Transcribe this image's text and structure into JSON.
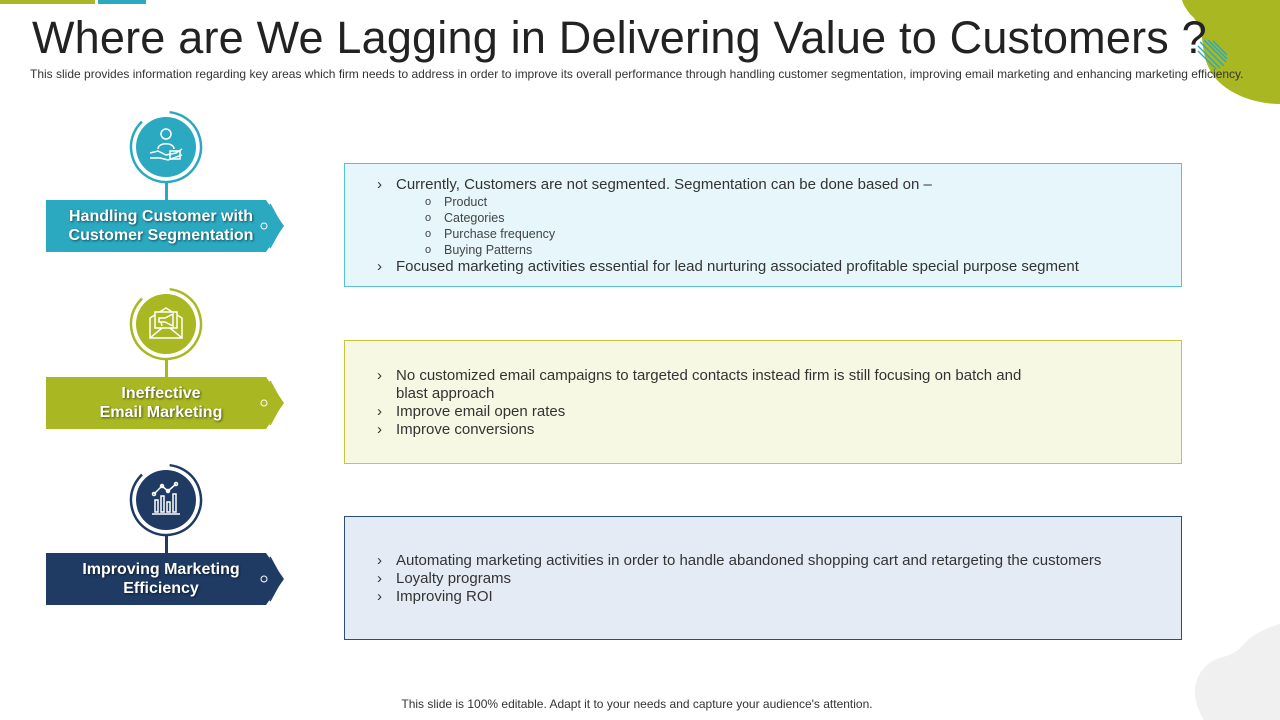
{
  "title": "Where are We Lagging in Delivering Value to Customers ?",
  "subtitle": "This slide provides information regarding key areas which firm needs to address in order to improve its overall performance through handling customer segmentation, improving email marketing and enhancing marketing efficiency.",
  "colors": {
    "teal": "#2aa9c0",
    "olive": "#a9b722",
    "navy": "#1f3b63"
  },
  "sections": [
    {
      "label_lines": [
        "Handling Customer with",
        "Customer Segmentation"
      ],
      "icon": "customer-hand-icon",
      "bullets": [
        "Currently, Customers are not segmented. Segmentation can be done based on –",
        "Focused marketing activities essential for lead nurturing associated profitable special purpose segment"
      ],
      "sub_bullets": [
        "Product",
        "Categories",
        "Purchase frequency",
        "Buying Patterns"
      ]
    },
    {
      "label_lines": [
        "Ineffective",
        "Email Marketing"
      ],
      "icon": "email-megaphone-icon",
      "bullets": [
        "No customized email campaigns to targeted contacts instead firm is still focusing on batch and blast approach",
        "Improve email open rates",
        "Improve conversions"
      ]
    },
    {
      "label_lines": [
        "Improving Marketing",
        "Efficiency"
      ],
      "icon": "bar-chart-icon",
      "bullets": [
        "Automating marketing activities in order to handle abandoned shopping cart and retargeting the customers",
        "Loyalty programs",
        "Improving ROI"
      ]
    }
  ],
  "footer": "This slide is 100% editable. Adapt it to your needs and capture your audience's attention."
}
